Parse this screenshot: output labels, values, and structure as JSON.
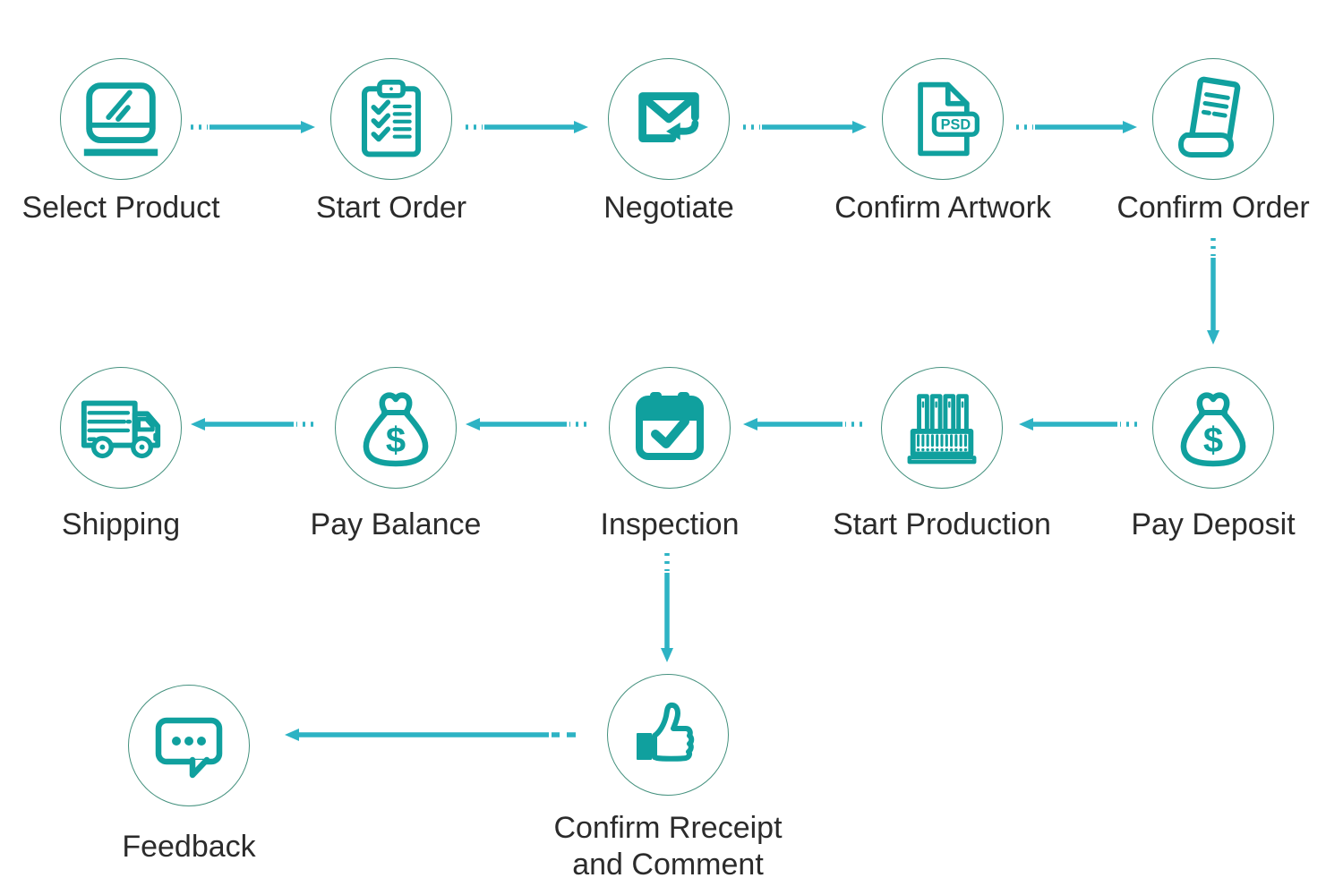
{
  "diagram": {
    "colors": {
      "icon": "#10a09e",
      "arrow": "#2db3c4",
      "ring": "#44917e",
      "label": "#2b2b2b"
    },
    "nodes": [
      {
        "label": "Select Product",
        "icon": "laptop-icon"
      },
      {
        "label": "Start Order",
        "icon": "clipboard-checklist-icon"
      },
      {
        "label": "Negotiate",
        "icon": "envelope-reply-icon"
      },
      {
        "label": "Confirm Artwork",
        "icon": "psd-file-icon",
        "badge": "PSD"
      },
      {
        "label": "Confirm Order",
        "icon": "receipt-icon"
      },
      {
        "label": "Pay Deposit",
        "icon": "money-bag-icon",
        "symbol": "$"
      },
      {
        "label": "Start Production",
        "icon": "factory-icon"
      },
      {
        "label": "Inspection",
        "icon": "calendar-check-icon"
      },
      {
        "label": "Pay Balance",
        "icon": "money-bag-icon",
        "symbol": "$"
      },
      {
        "label": "Shipping",
        "icon": "truck-icon"
      },
      {
        "label": "Confirm Rreceipt\nand Comment",
        "icon": "thumbs-up-icon"
      },
      {
        "label": "Feedback",
        "icon": "chat-bubble-icon"
      }
    ],
    "edges": [
      {
        "from": "Select Product",
        "to": "Start Order"
      },
      {
        "from": "Start Order",
        "to": "Negotiate"
      },
      {
        "from": "Negotiate",
        "to": "Confirm Artwork"
      },
      {
        "from": "Confirm Artwork",
        "to": "Confirm Order"
      },
      {
        "from": "Confirm Order",
        "to": "Pay Deposit"
      },
      {
        "from": "Pay Deposit",
        "to": "Start Production"
      },
      {
        "from": "Start Production",
        "to": "Inspection"
      },
      {
        "from": "Inspection",
        "to": "Pay Balance"
      },
      {
        "from": "Pay Balance",
        "to": "Shipping"
      },
      {
        "from": "Inspection",
        "to": "Confirm Rreceipt and Comment"
      },
      {
        "from": "Confirm Rreceipt and Comment",
        "to": "Feedback"
      }
    ]
  }
}
